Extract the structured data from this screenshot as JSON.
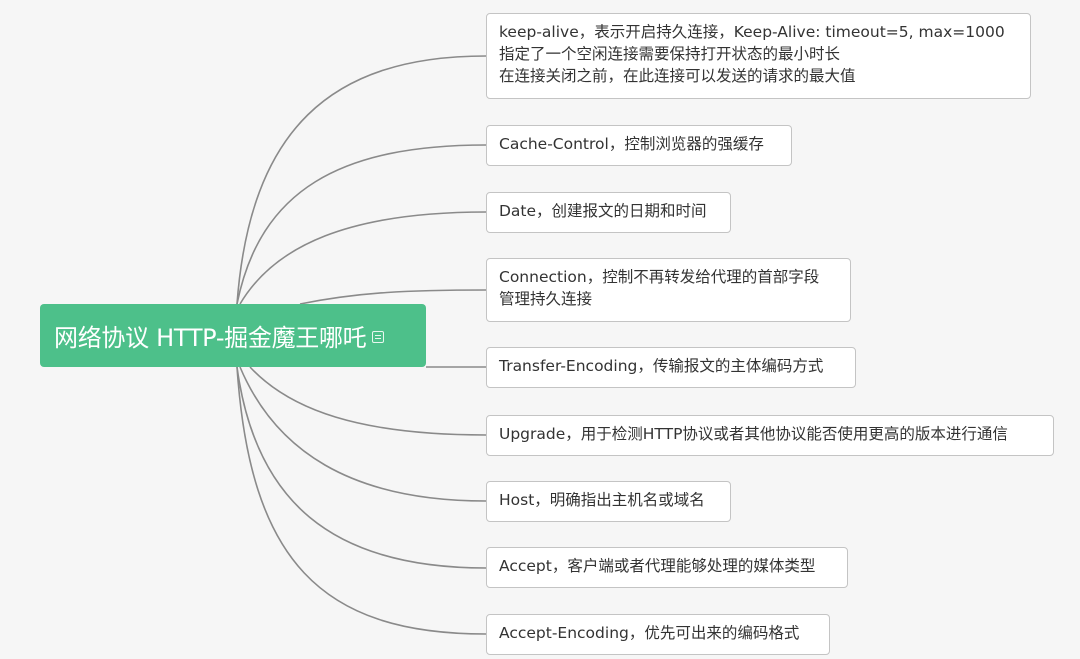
{
  "root": {
    "title": "网络协议 HTTP-掘金魔王哪吒",
    "icon": "note-icon",
    "color": "#4dc08a"
  },
  "children": [
    {
      "lines": [
        "keep-alive，表示开启持久连接，Keep-Alive: timeout=5, max=1000",
        "指定了一个空闲连接需要保持打开状态的最小时长",
        "在连接关闭之前，在此连接可以发送的请求的最大值"
      ]
    },
    {
      "lines": [
        "Cache-Control，控制浏览器的强缓存"
      ]
    },
    {
      "lines": [
        "Date，创建报文的日期和时间"
      ]
    },
    {
      "lines": [
        "Connection，控制不再转发给代理的首部字段",
        "管理持久连接"
      ]
    },
    {
      "lines": [
        "Transfer-Encoding，传输报文的主体编码方式"
      ]
    },
    {
      "lines": [
        "Upgrade，用于检测HTTP协议或者其他协议能否使用更高的版本进行通信"
      ]
    },
    {
      "lines": [
        "Host，明确指出主机名或域名"
      ]
    },
    {
      "lines": [
        "Accept，客户端或者代理能够处理的媒体类型"
      ]
    },
    {
      "lines": [
        "Accept-Encoding，优先可出来的编码格式"
      ]
    }
  ],
  "colors": {
    "background": "#f6f6f6",
    "connector": "#8a8a8a",
    "node_border": "#c4c4c4",
    "node_text": "#333333"
  }
}
